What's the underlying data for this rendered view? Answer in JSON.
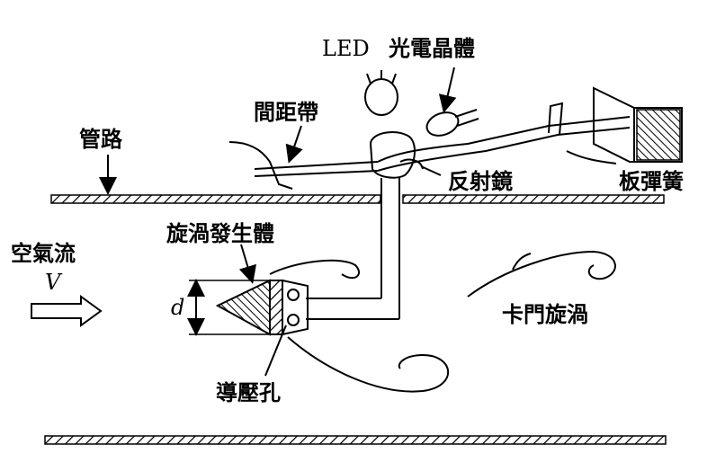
{
  "labels": {
    "led": "LED",
    "phototransistor": "光電晶體",
    "spacer_band": "間距帶",
    "pipe": "管路",
    "mirror": "反射鏡",
    "leaf_spring": "板彈簧",
    "vortex_generator": "旋渦發生體",
    "air_flow": "空氣流",
    "velocity": "V",
    "diameter": "d",
    "karman_vortex": "卡門旋渦",
    "pressure_hole": "導壓孔"
  },
  "colors": {
    "ink": "#000000",
    "background": "#ffffff"
  }
}
